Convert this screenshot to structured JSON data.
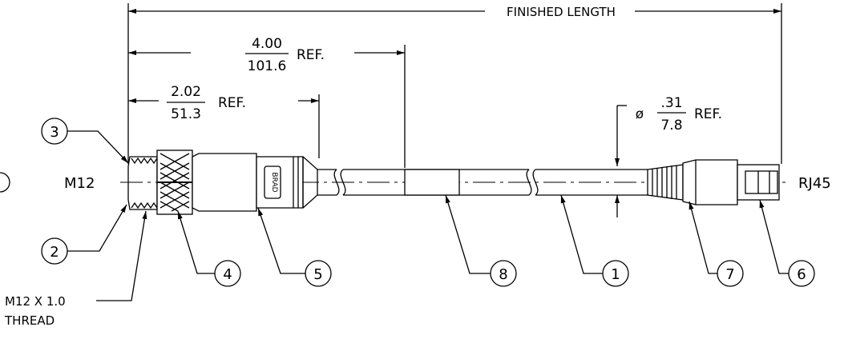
{
  "dimensions": {
    "finished_length": "FINISHED LENGTH",
    "dim1_top": "4.00",
    "dim1_bottom": "101.6",
    "dim1_ref": "REF.",
    "dim2_top": "2.02",
    "dim2_bottom": "51.3",
    "dim2_ref": "REF.",
    "dia_symbol": "ø",
    "dia_top": ".31",
    "dia_bottom": "7.8",
    "dia_ref": "REF."
  },
  "labels": {
    "left_end": "M12",
    "right_end": "RJ45",
    "thread_line1": "M12 X 1.0",
    "thread_line2": "THREAD",
    "overmold_mark": "BRAD"
  },
  "balloons": {
    "b3": "3",
    "b2": "2",
    "b4": "4",
    "b5": "5",
    "b8": "8",
    "b1": "1",
    "b7": "7",
    "b6": "6"
  }
}
